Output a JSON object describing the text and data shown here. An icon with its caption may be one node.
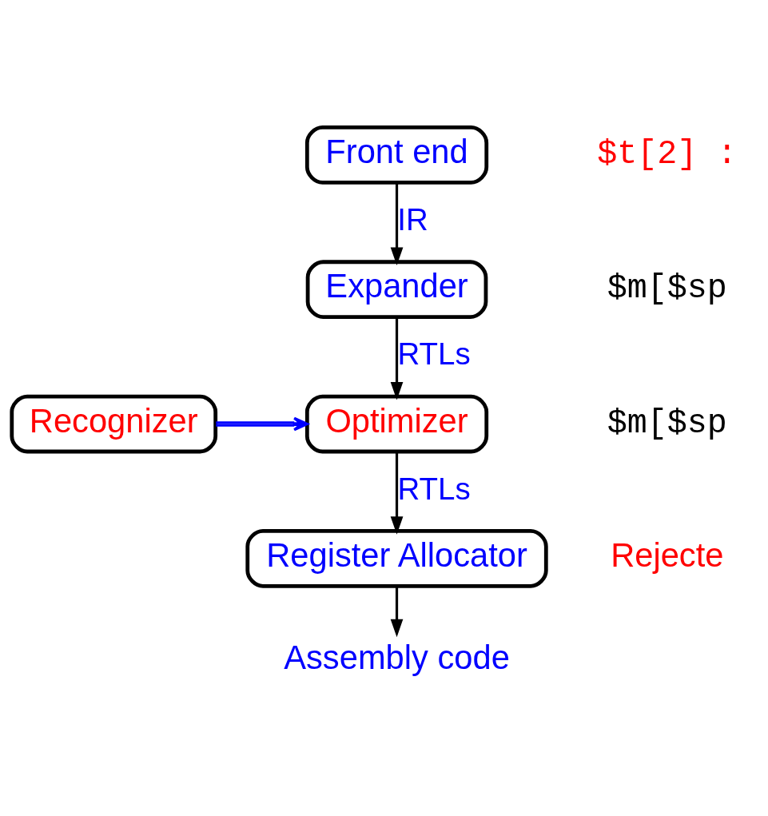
{
  "diagram": {
    "nodes": [
      {
        "text": [
          "Front end"
        ]
      },
      {
        "text": [
          "Expander"
        ]
      },
      {
        "text": [
          "Optimizer"
        ]
      },
      {
        "text": [
          "Recognizer"
        ]
      },
      {
        "text": [
          "Register Allocator"
        ]
      },
      {
        "text": [
          "Assembly code"
        ]
      }
    ],
    "edges": [
      {
        "from": 0,
        "to": 1,
        "arrow": "to",
        "label": "IR"
      },
      {
        "from": 1,
        "to": 2,
        "arrow": "to",
        "label": "RTLs"
      },
      {
        "from": 3,
        "to": 2,
        "arrow": "to",
        "color": "#0000ff"
      },
      {
        "from": 2,
        "to": 4,
        "arrow": "to",
        "label": "RTLs"
      },
      {
        "from": 4,
        "to": 5,
        "arrow": "to"
      }
    ],
    "labels": [
      "$t[2] :",
      "$m[$sp",
      "$m[$sp",
      "Rejecte"
    ]
  }
}
